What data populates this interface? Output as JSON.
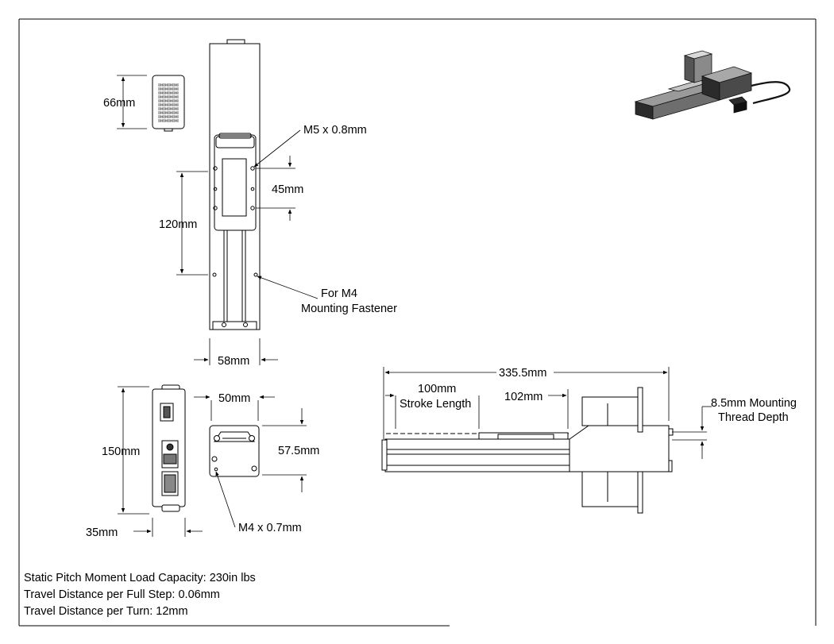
{
  "dimensions": {
    "module_height": "66mm",
    "hole_pitch": "120mm",
    "carriage_screw": "M5 x 0.8mm",
    "carriage_spacing": "45mm",
    "mount_note_line1": "For M4",
    "mount_note_line2": "Mounting Fastener",
    "rail_width": "58mm",
    "driver_height": "150mm",
    "driver_width": "35mm",
    "end_width": "50mm",
    "end_height": "57.5mm",
    "end_screw": "M4 x 0.7mm",
    "overall_length": "335.5mm",
    "stroke_line1": "100mm",
    "stroke_line2": "Stroke Length",
    "carriage_length": "102mm",
    "thread_line1": "8.5mm Mounting",
    "thread_line2": "Thread Depth"
  },
  "notes": [
    "Static Pitch Moment Load Capacity: 230in lbs",
    "Travel Distance per Full Step: 0.06mm",
    "Travel Distance per Turn: 12mm"
  ],
  "colors": {
    "line": "#000000",
    "dim": "#222222",
    "fill_dark": "#2b2b2b",
    "fill_mid": "#8a8a8a"
  }
}
